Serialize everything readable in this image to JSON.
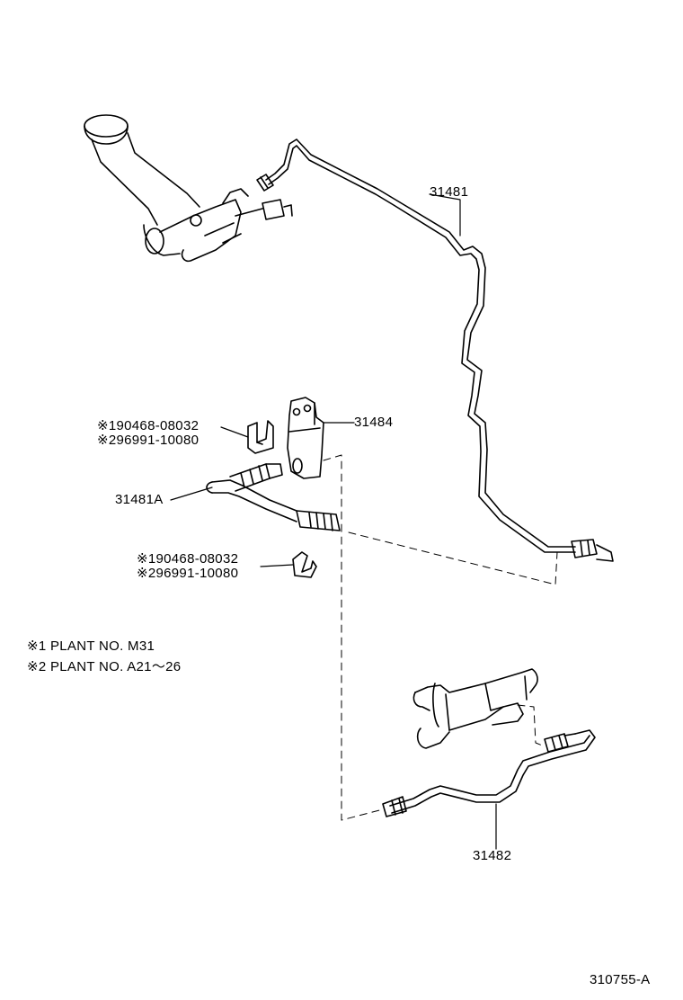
{
  "parts": {
    "p31481": "31481",
    "p31484": "31484",
    "p31481a": "31481A",
    "p31482": "31482"
  },
  "clip_upper": {
    "line1": "※190468-08032",
    "line2": "※296991-10080"
  },
  "clip_lower": {
    "line1": "※190468-08032",
    "line2": "※296991-10080"
  },
  "notes": {
    "note1": "※1 PLANT  NO. M31",
    "note2": "※2 PLANT  NO. A21～26"
  },
  "figure_id": "310755-A"
}
